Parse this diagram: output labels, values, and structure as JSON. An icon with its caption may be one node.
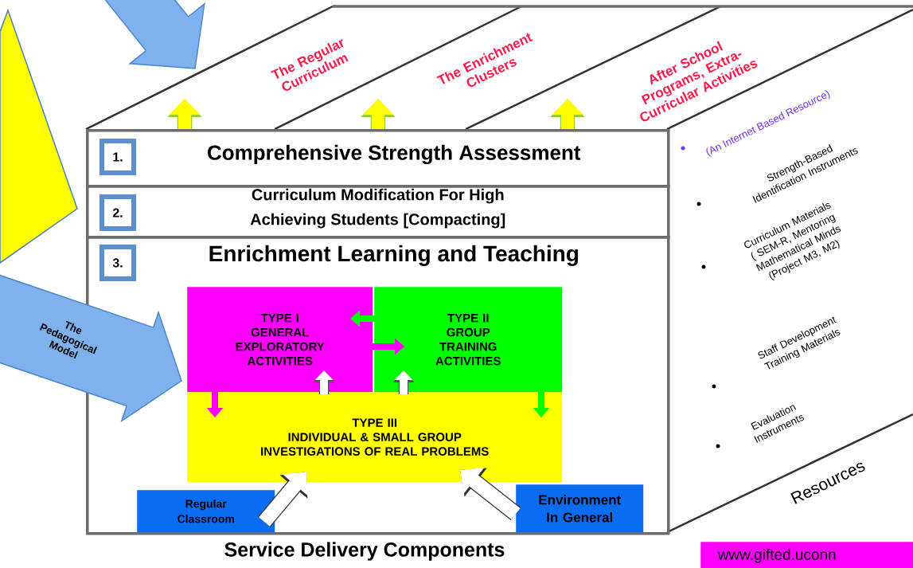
{
  "diagram": {
    "caption": "Service Delivery Components",
    "nodes": [
      {
        "text": [],
        "shape": "arrow"
      },
      {
        "text": [],
        "shape": "triangle"
      },
      {
        "text": [
          "The Regular Curriculum"
        ]
      },
      {
        "text": [
          "The Enrichment Clusters"
        ]
      },
      {
        "text": [
          "After School Programs, Extra-Curricular Activities"
        ]
      },
      {
        "text": [
          "1.",
          "Comprehensive Strength Assessment"
        ]
      },
      {
        "text": [
          "2.",
          "Curriculum Modification For High Achieving Students [Compacting]"
        ]
      },
      {
        "text": [
          "3.",
          "Enrichment Learning and Teaching"
        ]
      },
      {
        "text": [
          "TYPE I",
          "GENERAL EXPLORATORY ACTIVITIES"
        ],
        "in": 7
      },
      {
        "text": [
          "TYPE II",
          "GROUP TRAINING ACTIVITIES"
        ],
        "in": 7
      },
      {
        "text": [
          "TYPE III",
          "INDIVIDUAL & SMALL GROUP INVESTIGATIONS OF REAL PROBLEMS"
        ],
        "in": 7
      },
      {
        "text": [
          "Regular Classroom"
        ],
        "in": 7
      },
      {
        "text": [
          "Environment In General"
        ],
        "in": 7
      },
      {
        "text": [
          "The Pedagogical Model"
        ]
      },
      {
        "text": [
          "(An Internet Based Resource)",
          "Strength-Based Identification Instruments",
          "Curriculum Materials ( SEM-R, Mentoring Mathematical Minds (Project M3, M2)",
          "Staff Development Training Materials",
          "Evaluation Instruments",
          "Resources"
        ]
      },
      {
        "text": [
          "www.gifted.uconn"
        ]
      }
    ],
    "edges": [
      {
        "from": 5,
        "to": null,
        "arrow": "to",
        "color": "#ffff00"
      },
      {
        "from": 5,
        "to": null,
        "arrow": "to",
        "color": "#ffff00"
      },
      {
        "from": 5,
        "to": null,
        "arrow": "to",
        "color": "#ffff00"
      },
      {
        "from": 8,
        "to": 9,
        "arrow": "to",
        "color": "#ff00ff"
      },
      {
        "from": 9,
        "to": 8,
        "arrow": "to",
        "color": "#00ff00"
      },
      {
        "from": 8,
        "to": 10,
        "arrow": "to",
        "color": "#ff00ff"
      },
      {
        "from": 9,
        "to": 10,
        "arrow": "to",
        "color": "#00ff00"
      },
      {
        "from": 10,
        "to": 8,
        "arrow": "to",
        "color": "#ffffff"
      },
      {
        "from": 10,
        "to": 9,
        "arrow": "to",
        "color": "#ffffff"
      },
      {
        "from": 11,
        "to": 10,
        "arrow": "to",
        "color": "#ffffff",
        "style": "thick"
      },
      {
        "from": 12,
        "to": 10,
        "arrow": "to",
        "color": "#ffffff",
        "style": "thick"
      }
    ]
  }
}
